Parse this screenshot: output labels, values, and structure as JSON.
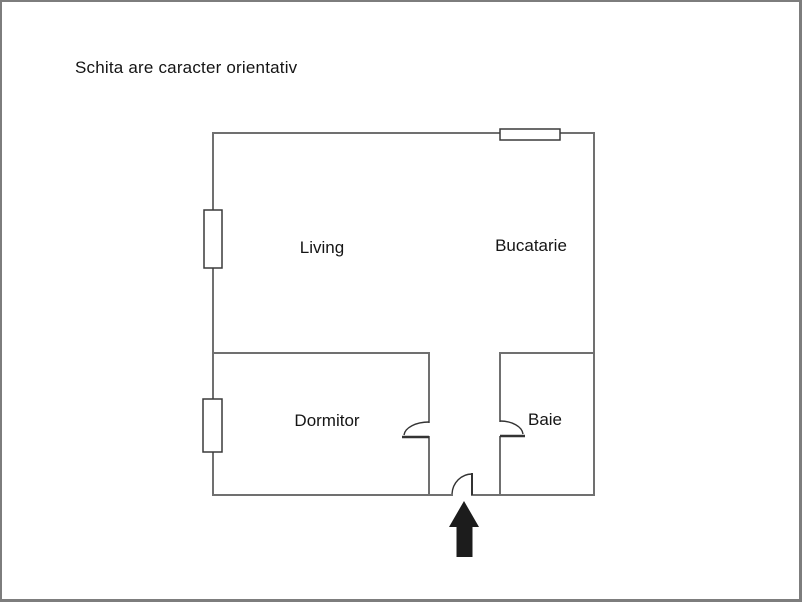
{
  "title": "Schita are caracter orientativ",
  "floor_plan": {
    "rooms": [
      {
        "id": "living",
        "label": "Living"
      },
      {
        "id": "bucatarie",
        "label": "Bucatarie"
      },
      {
        "id": "dormitor",
        "label": "Dormitor"
      },
      {
        "id": "baie",
        "label": "Baie"
      }
    ],
    "windows_count": 3,
    "doors_count": 3,
    "entrance_marker": "arrow-up"
  },
  "colors": {
    "wall": "#707070",
    "door": "#333333",
    "window_stroke": "#3a3a3a",
    "window_fill": "#ffffff",
    "arrow": "#1c1c1c",
    "frame_border": "#7d7d7d",
    "text": "#141414",
    "background": "#ffffff"
  }
}
